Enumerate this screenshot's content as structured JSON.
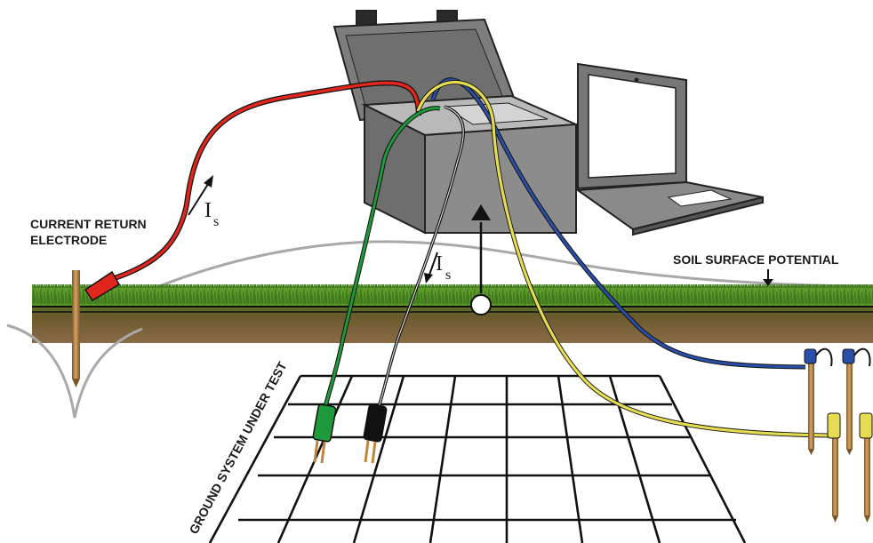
{
  "labels": {
    "current_return_line1": "CURRENT RETURN",
    "current_return_line2": "ELECTRODE",
    "soil_surface_potential": "SOIL SURFACE POTENTIAL",
    "ground_system": "GROUND SYSTEM UNDER TEST",
    "current_symbol_main": "I",
    "current_symbol_sub": "s"
  },
  "colors": {
    "lead_red": "#e1261c",
    "lead_green": "#1e9a3c",
    "lead_black": "#1a1a1a",
    "lead_blue": "#2a4fa8",
    "lead_yellow": "#e6dc52",
    "grass": "#5f9a2c",
    "soil": "#6b4a2b",
    "meter_body": "#8c8c8c",
    "potential_curve": "#a9a9a9",
    "electrode_copper": "#b8864a"
  },
  "icons": [
    "test-instrument-icon",
    "laptop-icon",
    "electrode-rod-icon",
    "probe-clip-icon"
  ]
}
